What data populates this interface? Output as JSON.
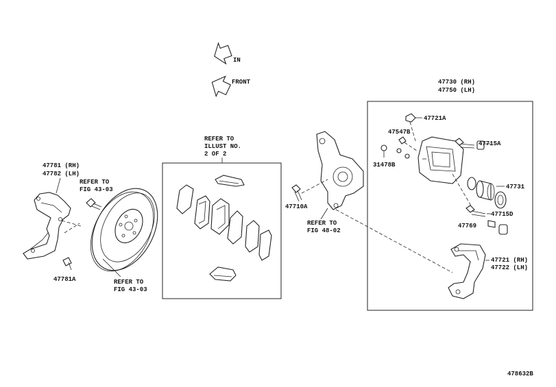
{
  "direction_labels": {
    "in": "IN",
    "front": "FRONT"
  },
  "caliper_box": {
    "title_rh": "47730 (RH)",
    "title_lh": "47750 (LH)"
  },
  "pad_box": {
    "line1": "REFER TO",
    "line2": "ILLUST NO.",
    "line3": "2 OF 2"
  },
  "parts": {
    "shield_rh": "47781 (RH)",
    "shield_lh": "47782 (LH)",
    "shield_bolt": "47781A",
    "refer_hub_1": "REFER TO",
    "refer_hub_2": "FIG 43-03",
    "refer_disc_1": "REFER TO",
    "refer_disc_2": "FIG 43-03",
    "knuckle_bolt": "47710A",
    "refer_knuckle_1": "REFER TO",
    "refer_knuckle_2": "FIG 48-02",
    "bleeder_plug": "47721A",
    "bleeder_cap": "47547B",
    "union_bolt": "31478B",
    "guide_pin_a": "47715A",
    "piston": "47731",
    "guide_pin_d": "47715D",
    "boot": "47769",
    "mounting_rh": "47721 (RH)",
    "mounting_lh": "47722 (LH)"
  },
  "diagram_id": "478632B",
  "colors": {
    "line": "#222222",
    "background": "#ffffff"
  }
}
